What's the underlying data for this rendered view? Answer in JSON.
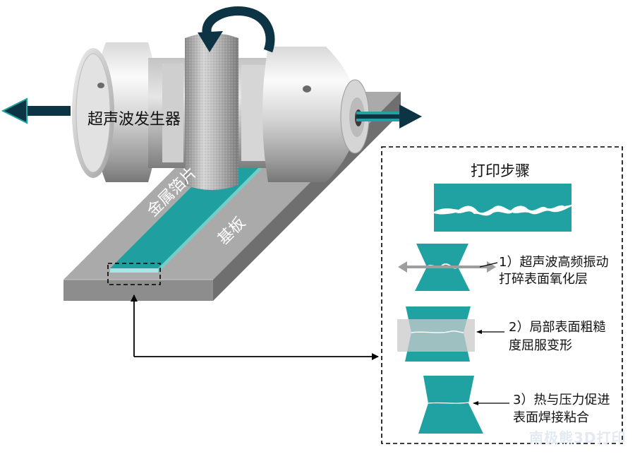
{
  "labels": {
    "generator": "超声波发生器",
    "foil": "金属箔片",
    "substrate": "基板"
  },
  "steps_panel": {
    "title": "打印步骤",
    "steps": [
      {
        "line1": "1）超声波高频振动",
        "line2": "打碎表面氧化层"
      },
      {
        "line1": "2）局部表面粗糙",
        "line2": "度屈服变形"
      },
      {
        "line1": "3）热与压力促进",
        "line2": "表面焊接粘合"
      }
    ]
  },
  "watermark": "南极熊3D打印",
  "colors": {
    "teal": "#20a2a3",
    "navy": "#0d3445",
    "steel": "#b6b6b6",
    "substrate_top": "#a9a9a9",
    "substrate_front": "#8c8c8c",
    "line": "#000000"
  }
}
